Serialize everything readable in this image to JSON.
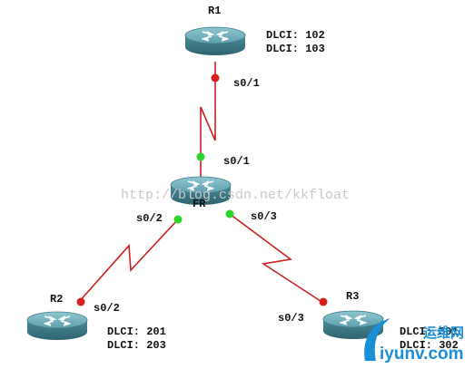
{
  "routers": {
    "r1": {
      "name": "R1",
      "dlci": [
        "DLCI: 102",
        "DLCI: 103"
      ]
    },
    "fr": {
      "name": "FR"
    },
    "r2": {
      "name": "R2",
      "dlci": [
        "DLCI: 201",
        "DLCI: 203"
      ]
    },
    "r3": {
      "name": "R3",
      "dlci": [
        "DLCI: 301",
        "DLCI: 302"
      ]
    }
  },
  "interfaces": {
    "r1_s01": "s0/1",
    "fr_s01": "s0/1",
    "fr_s02": "s0/2",
    "fr_s03": "s0/3",
    "r2_s02": "s0/2",
    "r3_s03": "s0/3"
  },
  "status_colors": {
    "down": "#d81e1e",
    "up": "#2bd62b"
  },
  "link_color": "#cc2020",
  "watermark": "http://blog.csdn.net/kkfloat",
  "logo": {
    "text": "iyunv.com",
    "chinese": "运维网",
    "color": "#1a8fd6"
  }
}
